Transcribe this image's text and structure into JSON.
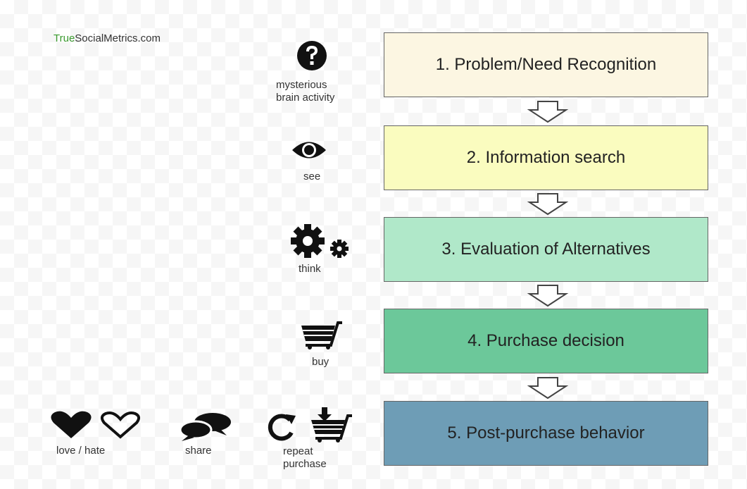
{
  "brand": {
    "part1": "True",
    "part2": "SocialMetrics.com"
  },
  "steps": [
    {
      "label": "1. Problem/Need Recognition",
      "color": "#fcf6e2"
    },
    {
      "label": "2. Information search",
      "color": "#fafcbf"
    },
    {
      "label": "3. Evaluation of Alternatives",
      "color": "#b0e8c9"
    },
    {
      "label": "4. Purchase decision",
      "color": "#6cc89a"
    },
    {
      "label": "5. Post-purchase behavior",
      "color": "#6e9db6"
    }
  ],
  "icon_labels": {
    "mysterious_line1": "mysterious",
    "mysterious_line2": "brain activity",
    "see": "see",
    "think": "think",
    "buy": "buy",
    "love_hate": "love / hate",
    "share": "share",
    "repeat_line1": "repeat",
    "repeat_line2": "purchase"
  },
  "icons": [
    "question-icon",
    "eye-icon",
    "gears-icon",
    "cart-icon",
    "heart-filled-icon",
    "heart-outline-icon",
    "speech-bubbles-icon",
    "repeat-icon",
    "cart-download-icon"
  ]
}
